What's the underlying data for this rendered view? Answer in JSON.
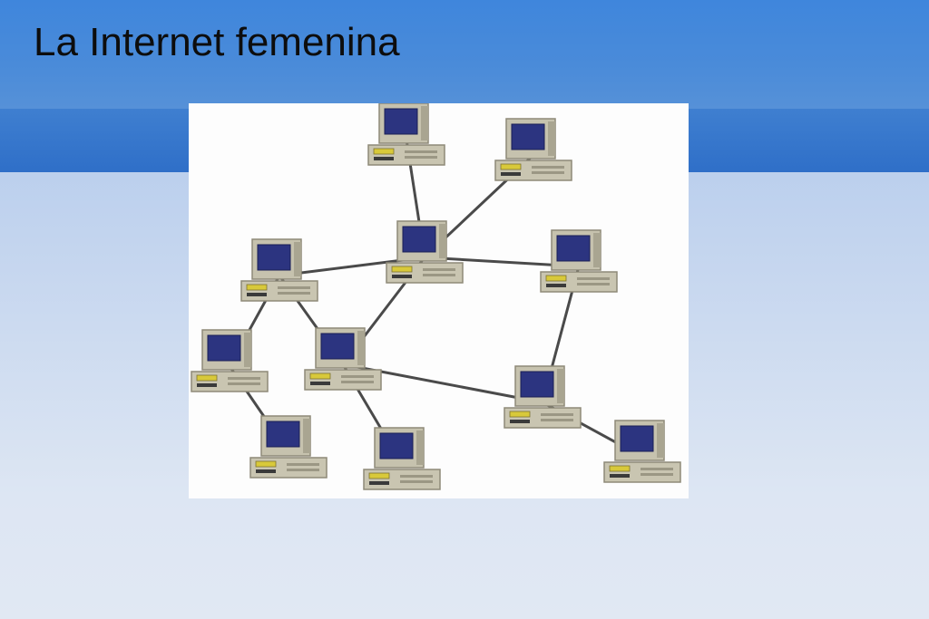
{
  "slide": {
    "title": "La Internet femenina"
  },
  "diagram": {
    "kind": "computer-network",
    "node_icon": "desktop-computer-icon",
    "nodes": [
      {
        "id": "n1"
      },
      {
        "id": "n2"
      },
      {
        "id": "n3"
      },
      {
        "id": "n4"
      },
      {
        "id": "n5"
      },
      {
        "id": "n6"
      },
      {
        "id": "n7"
      },
      {
        "id": "n8"
      },
      {
        "id": "n9"
      },
      {
        "id": "n10"
      },
      {
        "id": "n11"
      },
      {
        "id": "n12"
      }
    ],
    "links": [
      [
        "n1",
        "n3"
      ],
      [
        "n2",
        "n3"
      ],
      [
        "n3",
        "n4"
      ],
      [
        "n3",
        "n5"
      ],
      [
        "n3",
        "n7"
      ],
      [
        "n4",
        "n6"
      ],
      [
        "n4",
        "n7"
      ],
      [
        "n6",
        "n10"
      ],
      [
        "n7",
        "n11"
      ],
      [
        "n7",
        "n8"
      ],
      [
        "n5",
        "n8"
      ],
      [
        "n8",
        "n12"
      ]
    ],
    "colors": {
      "background": "#fdfdfd",
      "link": "#4a4a4a",
      "monitor_case": "#c6c2ae",
      "screen": "#2c3480",
      "base": "#c9c5b1",
      "drive_slot": "#d8c93a"
    }
  },
  "theme": {
    "header_blue": "#4a8bd9",
    "band_blue": "#2f6fc8"
  }
}
